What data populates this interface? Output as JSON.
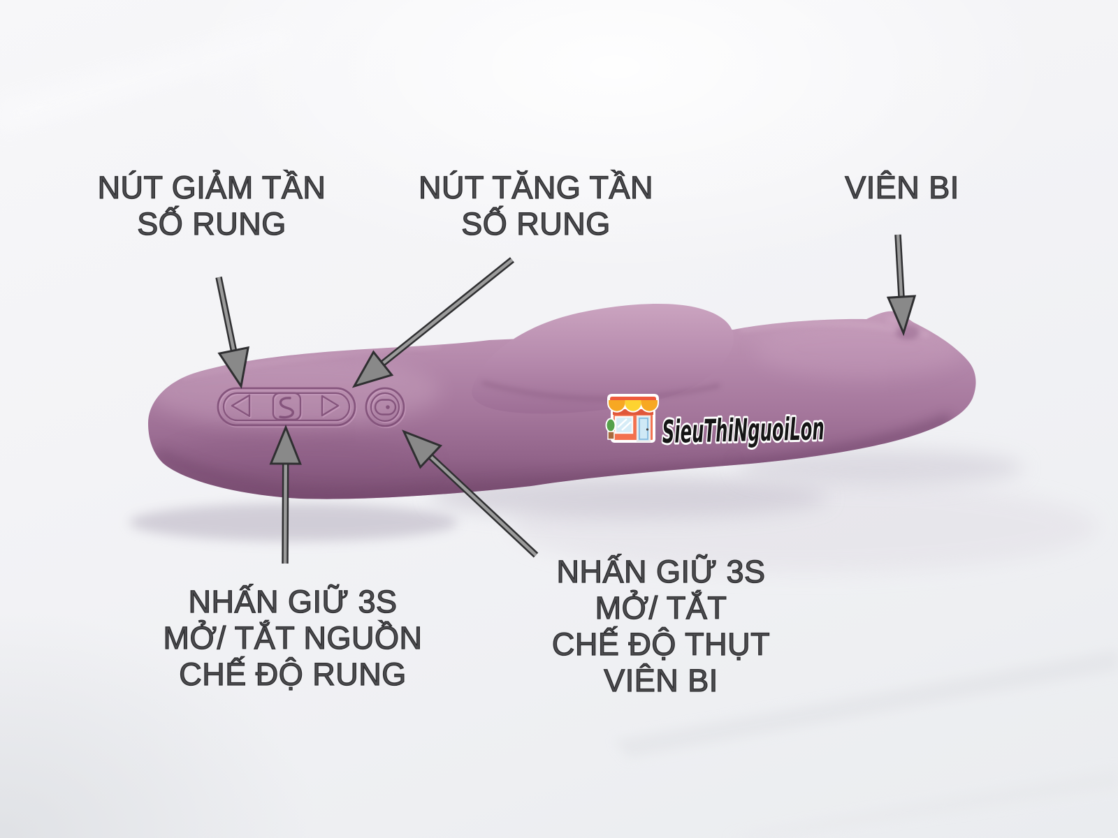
{
  "annotations": {
    "decrease": {
      "text": "NÚT GIẢM TẦN\nSỐ RUNG"
    },
    "increase": {
      "text": "NÚT TĂNG TẦN\nSỐ RUNG"
    },
    "bead": {
      "text": "VIÊN BI"
    },
    "power": {
      "text": "NHẤN GIỮ 3S\nMỞ/ TẮT NGUỒN\nCHẾ ĐỘ RUNG"
    },
    "thrust": {
      "text": "NHẤN GIỮ 3S\nMỞ/ TẮT\nCHẾ ĐỘ THỤT\nVIÊN BI"
    }
  },
  "watermark": {
    "text": "SieuThiNguoiLon",
    "icon": "storefront-icon"
  },
  "colors": {
    "label_text": "#4c4c4f",
    "arrow_fill": "#898989",
    "arrow_outline": "#2f2f31",
    "device_body": "#a4769b",
    "device_highlight": "#c59cba",
    "device_shadow": "#774b6f",
    "engraving": "#7c4b74",
    "background": "#f2f2f5"
  }
}
